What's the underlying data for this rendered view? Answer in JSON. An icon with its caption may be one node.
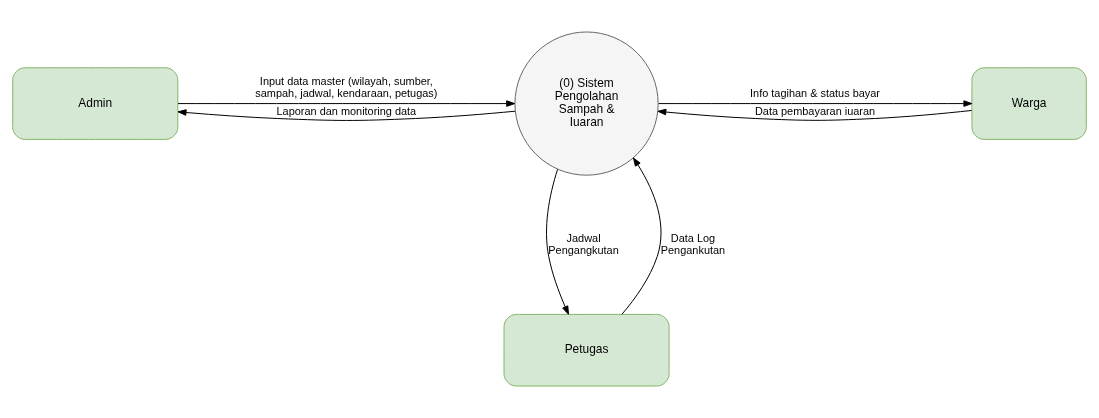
{
  "diagram": {
    "nodes": [
      {
        "text": [
          "Admin"
        ]
      },
      {
        "text": [
          "(0) Sistem Pengolahan Sampah & Iuaran"
        ]
      },
      {
        "text": [
          "Warga"
        ]
      },
      {
        "text": [
          "Petugas"
        ]
      }
    ],
    "edges": [
      {
        "from": 0,
        "to": 1,
        "arrow": "to",
        "label": "Input data master (wilayah, sumber, sampah, jadwal, kendaraan, petugas)"
      },
      {
        "from": 1,
        "to": 0,
        "arrow": "to",
        "label": "Laporan dan monitoring data"
      },
      {
        "from": 2,
        "to": 1,
        "arrow": "to",
        "label": "Data pembayaran iuaran"
      },
      {
        "from": 1,
        "to": 2,
        "arrow": "to",
        "label": "Info tagihan & status bayar"
      },
      {
        "from": 3,
        "to": 1,
        "arrow": "to",
        "label": "Data Log Pengankutan"
      },
      {
        "from": 1,
        "to": 3,
        "arrow": "to",
        "label": "Jadwal Pengangkutan"
      }
    ]
  }
}
